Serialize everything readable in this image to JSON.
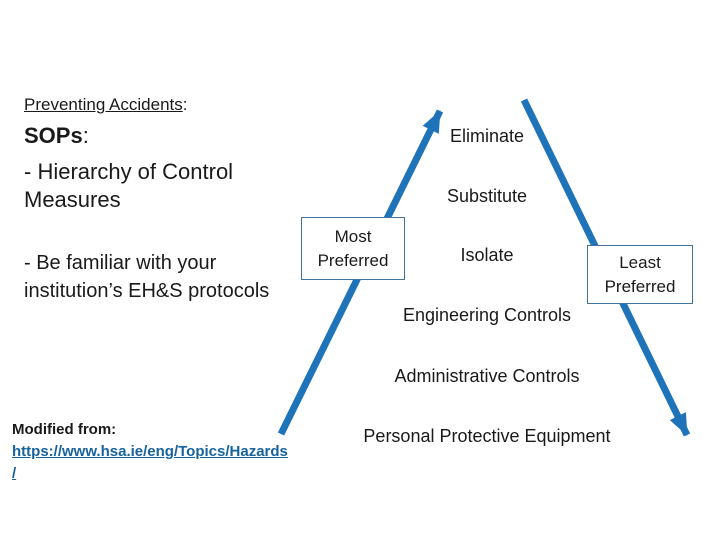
{
  "colors": {
    "arrow_blue": "#1E73B9",
    "box_border_blue": "#41719C",
    "link_blue": "#17639D",
    "text_black": "#1A1A1A",
    "background": "#FFFFFF"
  },
  "left_panel": {
    "heading_underlined": "Preventing Accidents",
    "heading_suffix": ":",
    "sops_bold": "SOPs",
    "sops_suffix": ":",
    "hierarchy_line1": "- Hierarchy of Control",
    "hierarchy_line2": "Measures",
    "familiar_line1": "- Be familiar with your",
    "familiar_line2": "institution’s EH&S protocols"
  },
  "diagram": {
    "levels": [
      "Eliminate",
      "Substitute",
      "Isolate",
      "Engineering Controls",
      "Administrative Controls",
      "Personal Protective Equipment"
    ],
    "most_preferred": {
      "line1": "Most",
      "line2": "Preferred"
    },
    "least_preferred": {
      "line1": "Least",
      "line2": "Preferred"
    }
  },
  "source": {
    "label": "Modified from:",
    "link_line1": "https://www.hsa.ie/eng/Topics/Hazards",
    "link_line2": "/"
  }
}
